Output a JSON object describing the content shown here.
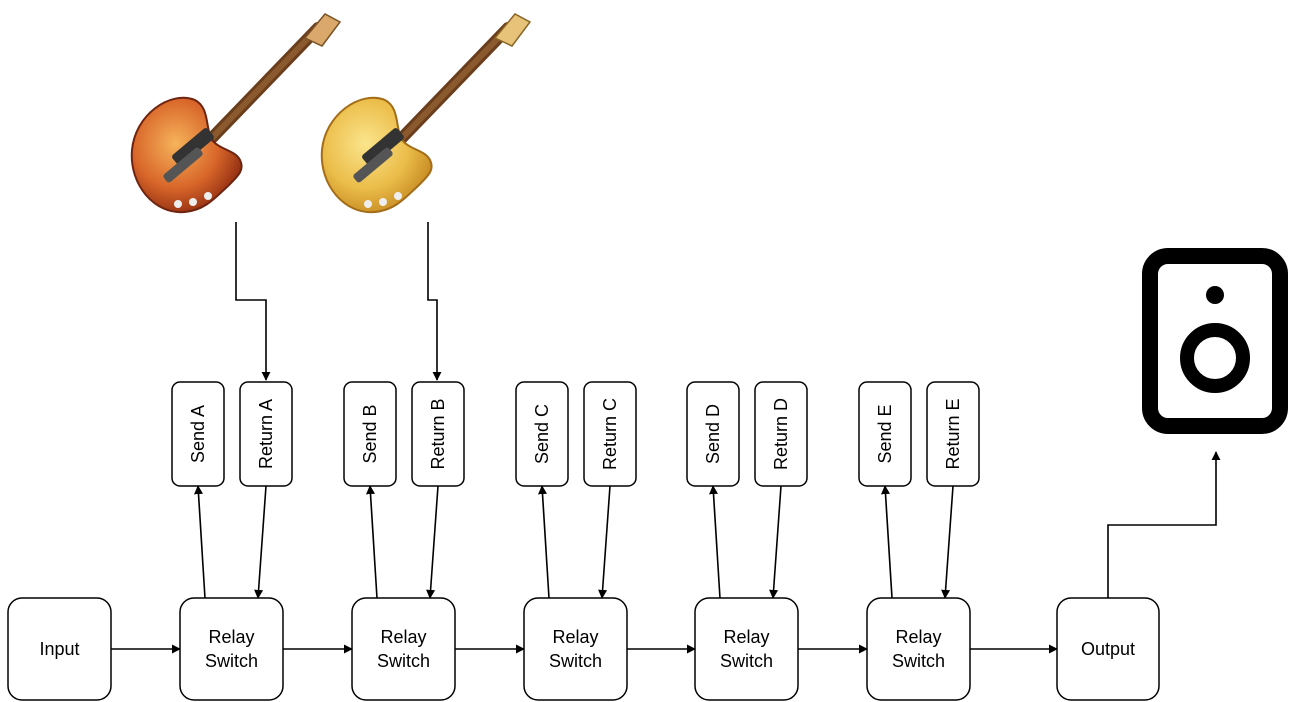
{
  "nodes": {
    "input": "Input",
    "output": "Output",
    "relay_line1": "Relay",
    "relay_line2": "Switch"
  },
  "loops": [
    {
      "send": "Send A",
      "return": "Return A"
    },
    {
      "send": "Send B",
      "return": "Return B"
    },
    {
      "send": "Send C",
      "return": "Return C"
    },
    {
      "send": "Send D",
      "return": "Return D"
    },
    {
      "send": "Send E",
      "return": "Return E"
    }
  ],
  "icons": {
    "guitar_1": "electric-guitar-icon",
    "guitar_2": "electric-guitar-icon",
    "speaker": "speaker-icon"
  },
  "colors": {
    "guitar_1_body": "#c9561f",
    "guitar_2_body": "#e8b040",
    "speaker": "#000000"
  }
}
